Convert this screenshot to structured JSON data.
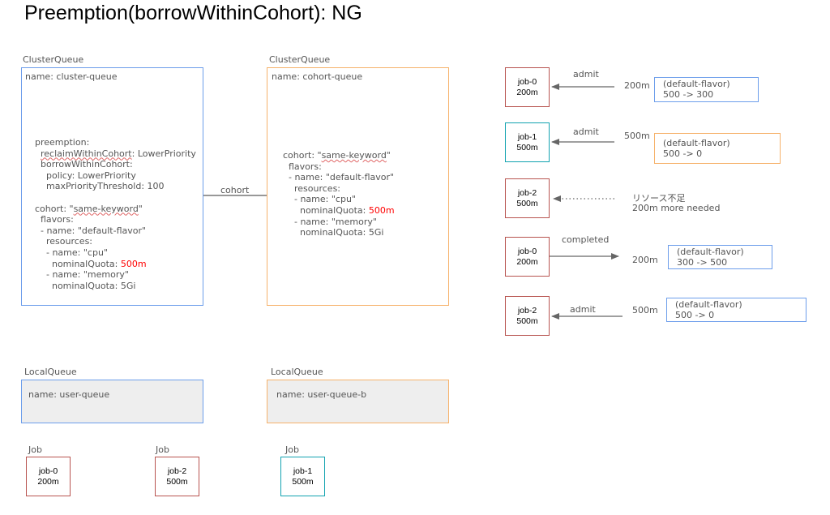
{
  "title": "Preemption(borrowWithinCohort): NG",
  "cluster_queues": [
    {
      "label": "ClusterQueue",
      "name": "name: cluster-queue",
      "lines": [
        [
          "preemption:"
        ],
        [
          "  ",
          {
            "w": "reclaimWithinCohort"
          },
          ": LowerPriority"
        ],
        [
          "  borrowWithinCohort:"
        ],
        [
          "    policy: LowerPriority"
        ],
        [
          "    maxPriorityThreshold: 100"
        ],
        [
          ""
        ],
        [
          "cohort: \"",
          {
            "w": "same-keyword"
          },
          "\""
        ],
        [
          "  flavors:"
        ],
        [
          "  - name: \"default-flavor\""
        ],
        [
          "    resources:"
        ],
        [
          "    - name: \"cpu\""
        ],
        [
          "      nominalQuota: ",
          {
            "r": "500m"
          }
        ],
        [
          "    - name: \"memory\""
        ],
        [
          "      nominalQuota: 5Gi"
        ]
      ]
    },
    {
      "label": "ClusterQueue",
      "name": "name: cohort-queue",
      "lines": [
        [
          "cohort: \"",
          {
            "w": "same-keyword"
          },
          "\""
        ],
        [
          "  flavors:"
        ],
        [
          "  - name: \"default-flavor\""
        ],
        [
          "    resources:"
        ],
        [
          "    - name: \"cpu\""
        ],
        [
          "      nominalQuota: ",
          {
            "r": "500m"
          }
        ],
        [
          "    - name: \"memory\""
        ],
        [
          "      nominalQuota: 5Gi"
        ]
      ]
    }
  ],
  "cohort_link_label": "cohort",
  "local_queues": [
    {
      "label": "LocalQueue",
      "name": "name: user-queue"
    },
    {
      "label": "LocalQueue",
      "name": "name: user-queue-b"
    }
  ],
  "jobs": [
    {
      "label": "Job",
      "name": "job-0",
      "cpu": "200m"
    },
    {
      "label": "Job",
      "name": "job-2",
      "cpu": "500m"
    },
    {
      "label": "Job",
      "name": "job-1",
      "cpu": "500m"
    }
  ],
  "timeline": [
    {
      "job": "job-0",
      "cpu": "200m",
      "action": "admit",
      "amount": "200m",
      "flavor": "(default-flavor)",
      "change": "500 -> 300"
    },
    {
      "job": "job-1",
      "cpu": "500m",
      "action": "admit",
      "amount": "500m",
      "flavor": "(default-flavor)",
      "change": "500 -> 0"
    },
    {
      "job": "job-2",
      "cpu": "500m",
      "note1": "リソース不足",
      "note2": "200m more needed"
    },
    {
      "job": "job-0",
      "cpu": "200m",
      "action": "completed",
      "amount": "200m",
      "flavor": "(default-flavor)",
      "change": "300 -> 500"
    },
    {
      "job": "job-2",
      "cpu": "500m",
      "action": "admit",
      "amount": "500m",
      "flavor": "(default-flavor)",
      "change": "500 -> 0"
    }
  ],
  "colors": {
    "blue": "#6d9eeb",
    "orange": "#f6b26b",
    "job_red": "#b85450",
    "job_teal": "#12a3b0",
    "quota_red": "#ff0000"
  }
}
